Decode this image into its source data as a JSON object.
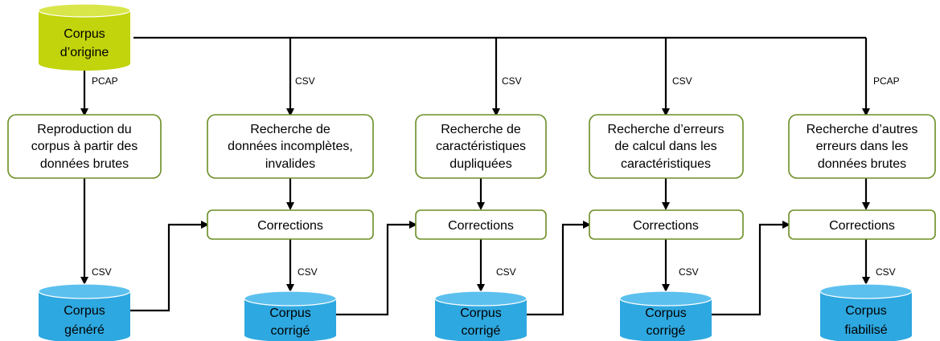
{
  "colors": {
    "origin_db": "#c2d40c",
    "result_db": "#2ea8e0",
    "box_border": "#6b8e23",
    "arrow": "#000000"
  },
  "origin": {
    "lines": [
      "Corpus",
      "d’origine"
    ]
  },
  "process_boxes": [
    {
      "lines": [
        "Reproduction du",
        "corpus à partir des",
        "données brutes"
      ]
    },
    {
      "lines": [
        "Recherche de",
        "données incomplètes,",
        "invalides"
      ]
    },
    {
      "lines": [
        "Recherche de",
        "caractéristiques",
        "dupliquées"
      ]
    },
    {
      "lines": [
        "Recherche d’erreurs",
        "de calcul dans les",
        "caractéristiques"
      ]
    },
    {
      "lines": [
        "Recherche d’autres",
        "erreurs dans les",
        "données brutes"
      ]
    }
  ],
  "correction_boxes": [
    {
      "label": "Corrections"
    },
    {
      "label": "Corrections"
    },
    {
      "label": "Corrections"
    },
    {
      "label": "Corrections"
    }
  ],
  "result_dbs": [
    {
      "lines": [
        "Corpus",
        "généré"
      ]
    },
    {
      "lines": [
        "Corpus",
        "corrigé"
      ]
    },
    {
      "lines": [
        "Corpus",
        "corrigé"
      ]
    },
    {
      "lines": [
        "Corpus",
        "corrigé"
      ]
    },
    {
      "lines": [
        "Corpus",
        "fiabilisé"
      ]
    }
  ],
  "input_labels": [
    "PCAP",
    "CSV",
    "CSV",
    "CSV",
    "PCAP"
  ],
  "output_labels": [
    "CSV",
    "CSV",
    "CSV",
    "CSV",
    "CSV"
  ]
}
